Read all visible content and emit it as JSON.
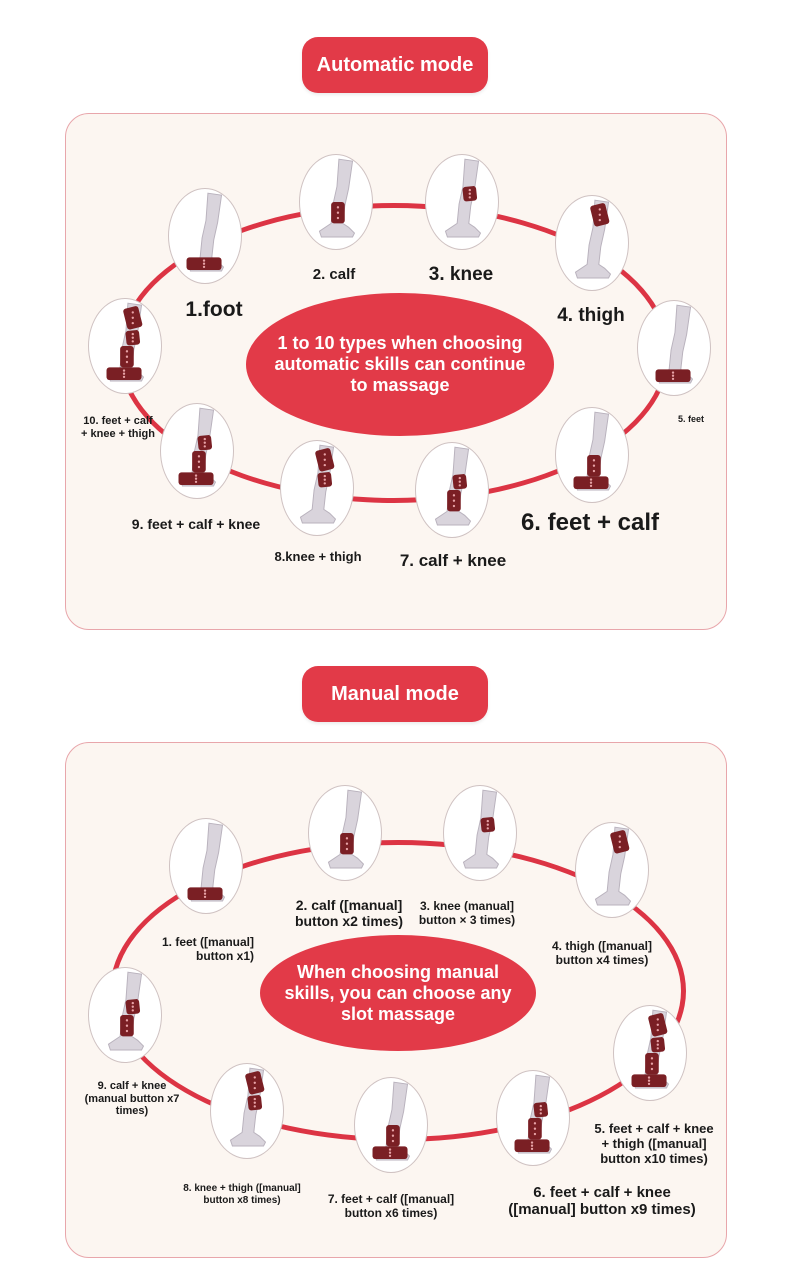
{
  "automatic": {
    "mode_label": "Automatic mode",
    "center_text": "1 to 10 types when choosing automatic skills can continue to massage",
    "steps": [
      {
        "label": "1.foot",
        "zones": [
          "foot"
        ]
      },
      {
        "label": "2. calf",
        "zones": [
          "calf"
        ]
      },
      {
        "label": "3. knee",
        "zones": [
          "knee"
        ]
      },
      {
        "label": "4. thigh",
        "zones": [
          "thigh"
        ]
      },
      {
        "label": "5. feet",
        "zones": [
          "foot"
        ]
      },
      {
        "label": "6. feet + calf",
        "zones": [
          "foot",
          "calf"
        ]
      },
      {
        "label": "7. calf + knee",
        "zones": [
          "calf",
          "knee"
        ]
      },
      {
        "label": "8.knee + thigh",
        "zones": [
          "knee",
          "thigh"
        ]
      },
      {
        "label": "9. feet + calf + knee",
        "zones": [
          "foot",
          "calf",
          "knee"
        ]
      },
      {
        "label": "10. feet + calf\n+ knee + thigh",
        "zones": [
          "foot",
          "calf",
          "knee",
          "thigh"
        ]
      }
    ]
  },
  "manual": {
    "mode_label": "Manual mode",
    "center_text": "When choosing manual skills, you can choose any slot massage",
    "steps": [
      {
        "label": "1. feet ([manual]\nbutton x1)",
        "zones": [
          "foot"
        ]
      },
      {
        "label": "2. calf ([manual]\nbutton x2 times)",
        "zones": [
          "calf"
        ]
      },
      {
        "label": "3. knee (manual]\nbutton × 3 times)",
        "zones": [
          "knee"
        ]
      },
      {
        "label": "4. thigh ([manual]\nbutton x4 times)",
        "zones": [
          "thigh"
        ]
      },
      {
        "label": "5. feet + calf + knee\n+ thigh ([manual]\nbutton x10 times)",
        "zones": [
          "foot",
          "calf",
          "knee",
          "thigh"
        ]
      },
      {
        "label": "6. feet + calf + knee\n([manual] button x9 times)",
        "zones": [
          "foot",
          "calf",
          "knee"
        ]
      },
      {
        "label": "7. feet + calf ([manual]\nbutton x6 times)",
        "zones": [
          "foot",
          "calf"
        ]
      },
      {
        "label": "8. knee + thigh ([manual]\nbutton x8 times)",
        "zones": [
          "knee",
          "thigh"
        ]
      },
      {
        "label": "9. calf + knee\n(manual button x7\ntimes)",
        "zones": [
          "calf",
          "knee"
        ]
      }
    ]
  },
  "colors": {
    "accent": "#e23a48",
    "ring": "#dc3444",
    "panel_bg": "#fcf6f1",
    "panel_border": "#e8a6ab",
    "wrap": "#7a1f24",
    "leg": "#d9d4dc"
  },
  "icons": {
    "step_thumb": "leg-wrap-icon"
  }
}
